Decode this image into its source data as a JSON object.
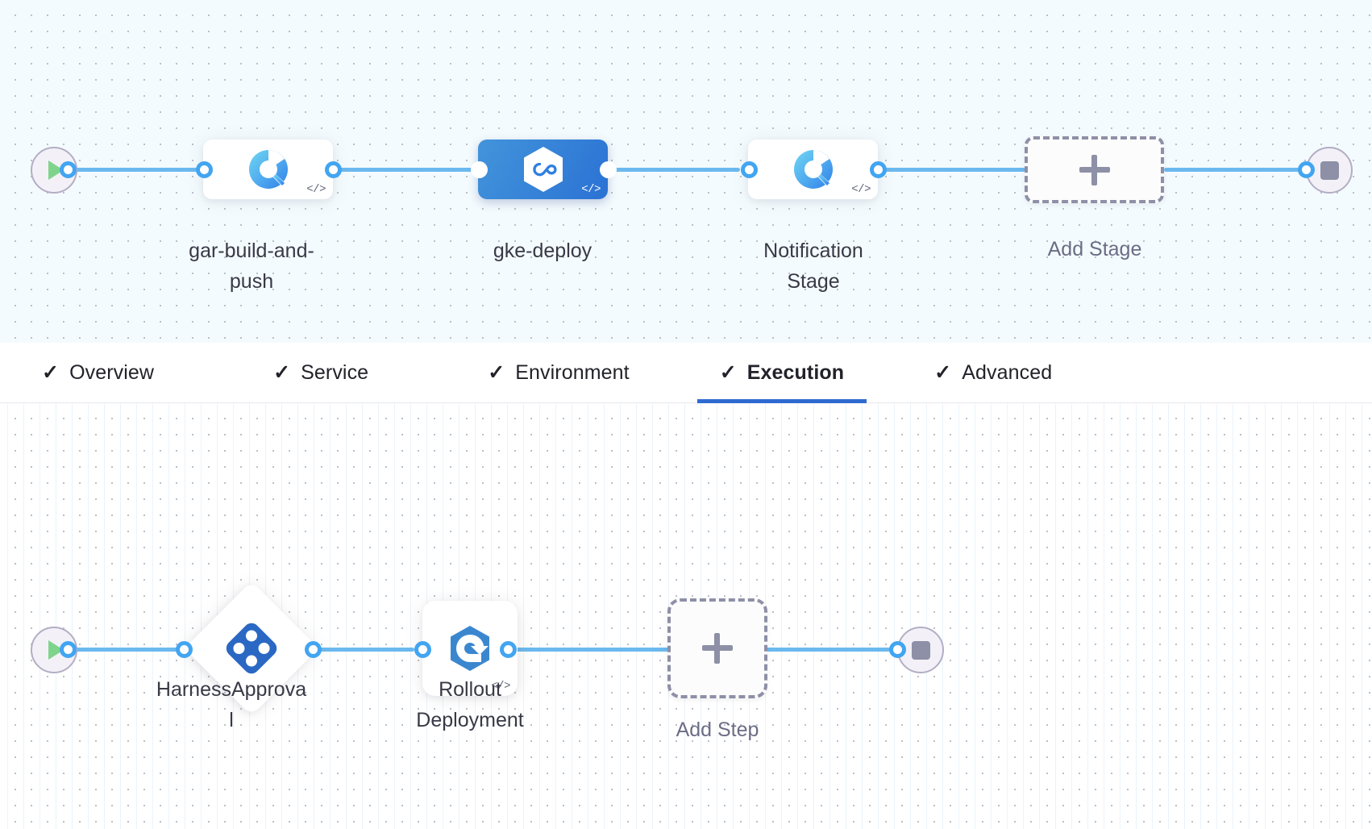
{
  "pipeline": {
    "stages_row": {
      "start_node": {
        "name": "start-node",
        "icon": "play-icon"
      },
      "end_node": {
        "name": "end-node",
        "icon": "stop-icon"
      },
      "stages": [
        {
          "label": "gar-build-and-push",
          "icon": "harness-ci-build-icon",
          "badge": "</>",
          "selected": false
        },
        {
          "label": "gke-deploy",
          "icon": "harness-cd-infinity-hexagon-icon",
          "badge": "</>",
          "selected": true
        },
        {
          "label": "Notification Stage",
          "icon": "harness-ci-build-icon",
          "badge": "</>",
          "selected": false
        }
      ],
      "add_stage": {
        "label": "Add Stage",
        "icon": "plus-icon"
      }
    },
    "steps_row": {
      "start_node": {
        "name": "start-node",
        "icon": "play-icon"
      },
      "end_node": {
        "name": "end-node",
        "icon": "stop-icon"
      },
      "steps": [
        {
          "label": "HarnessApproval",
          "icon": "harness-approval-diamond-icon",
          "shape": "diamond",
          "badge": ""
        },
        {
          "label": "Rollout Deployment",
          "icon": "kubernetes-rollout-icon",
          "shape": "square",
          "badge": "</>"
        }
      ],
      "add_step": {
        "label": "Add Step",
        "icon": "plus-icon"
      }
    }
  },
  "tabs": {
    "items": [
      {
        "label": "Overview",
        "check": "✓",
        "active": false
      },
      {
        "label": "Service",
        "check": "✓",
        "active": false
      },
      {
        "label": "Environment",
        "check": "✓",
        "active": false
      },
      {
        "label": "Execution",
        "check": "✓",
        "active": true
      },
      {
        "label": "Advanced",
        "check": "✓",
        "active": false
      }
    ]
  },
  "colors": {
    "connector": "#6bb9ee",
    "port_ring": "#42a5f1",
    "selected_stage": "#2b72d4",
    "tab_underline": "#2f6ad1",
    "canvas_top_bg": "#f4fbfe",
    "canvas_bottom_bg": "#ffffff",
    "dashed_border": "#8d90a6",
    "label_text": "#383946"
  }
}
